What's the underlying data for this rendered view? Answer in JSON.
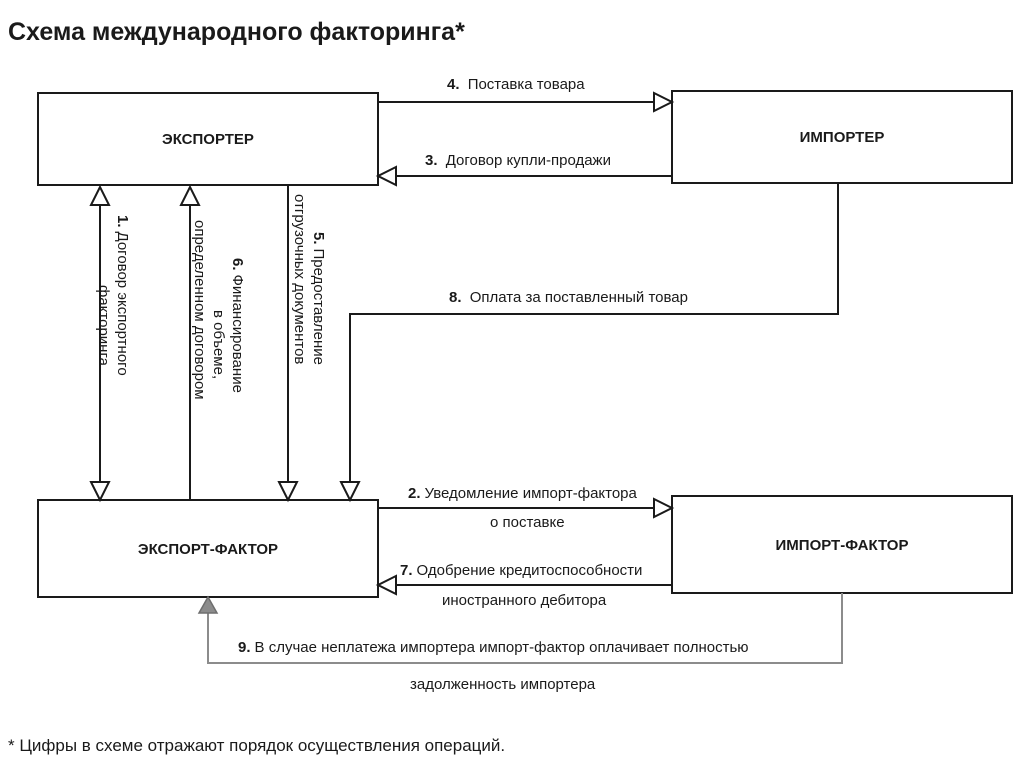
{
  "title": "Схема международного факторинга*",
  "boxes": {
    "exporter": "ЭКСПОРТЕР",
    "importer": "ИМПОРТЕР",
    "export_factor": "ЭКСПОРТ-ФАКТОР",
    "import_factor": "ИМПОРТ-ФАКТОР"
  },
  "edges": {
    "e4": {
      "num": "4.",
      "lines": [
        "Поставка товара"
      ]
    },
    "e3": {
      "num": "3.",
      "lines": [
        "Договор купли-продажи"
      ]
    },
    "e8": {
      "num": "8.",
      "lines": [
        "Оплата за поставленный товар"
      ]
    },
    "e1": {
      "num": "1.",
      "lines": [
        "Договор экспортного",
        "факторинга"
      ]
    },
    "e6": {
      "num": "6.",
      "lines": [
        "Финансирование",
        "в объеме,",
        "определенном договором"
      ]
    },
    "e5": {
      "num": "5.",
      "lines": [
        "Предоставление",
        "отгрузочных документов"
      ]
    },
    "e2": {
      "num": "2.",
      "lines": [
        "Уведомление импорт-фактора",
        "о поставке"
      ]
    },
    "e7": {
      "num": "7.",
      "lines": [
        "Одобрение кредитоспособности",
        "иностранного дебитора"
      ]
    },
    "e9": {
      "num": "9.",
      "lines": [
        "В случае неплатежа импортера импорт-фактор оплачивает полностью",
        "задолженность импортера"
      ]
    }
  },
  "footnote": "* Цифры в схеме отражают порядок осуществления операций."
}
